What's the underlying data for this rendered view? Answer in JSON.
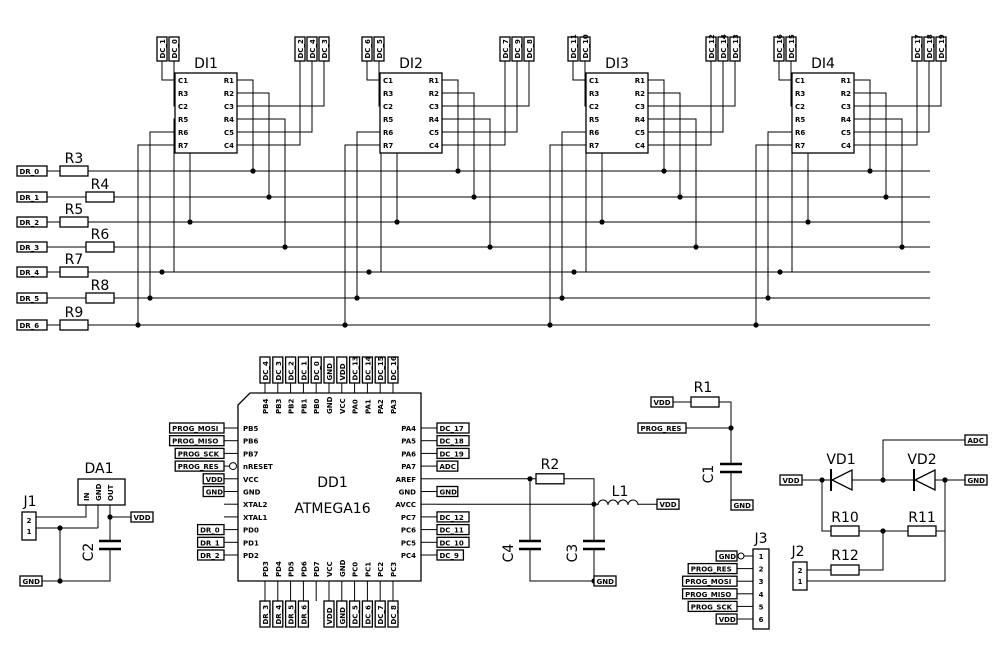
{
  "displays": [
    {
      "name": "DI1",
      "pins_left": [
        "C1",
        "R3",
        "C2",
        "R5",
        "R6",
        "R7"
      ],
      "pins_right": [
        "R1",
        "R2",
        "C3",
        "R4",
        "C5",
        "C4"
      ],
      "conn_left": [
        "DC_1",
        "DC_0"
      ],
      "conn_right": [
        "DC_2",
        "DC_4",
        "DC_3"
      ]
    },
    {
      "name": "DI2",
      "pins_left": [
        "C1",
        "R3",
        "C2",
        "R5",
        "R6",
        "R7"
      ],
      "pins_right": [
        "R1",
        "R2",
        "C3",
        "R4",
        "C5",
        "C4"
      ],
      "conn_left": [
        "DC_6",
        "DC_5"
      ],
      "conn_right": [
        "DC_7",
        "DC_9",
        "DC_8"
      ]
    },
    {
      "name": "DI3",
      "pins_left": [
        "C1",
        "R3",
        "C2",
        "R5",
        "R6",
        "R7"
      ],
      "pins_right": [
        "R1",
        "R2",
        "C3",
        "R4",
        "C5",
        "C4"
      ],
      "conn_left": [
        "DC_11",
        "DC_10"
      ],
      "conn_right": [
        "DC_12",
        "DC_14",
        "DC_13"
      ]
    },
    {
      "name": "DI4",
      "pins_left": [
        "C1",
        "R3",
        "C2",
        "R5",
        "R6",
        "R7"
      ],
      "pins_right": [
        "R1",
        "R2",
        "C3",
        "R4",
        "C5",
        "C4"
      ],
      "conn_left": [
        "DC_16",
        "DC_15"
      ],
      "conn_right": [
        "DC_17",
        "DC_18",
        "DC_19"
      ]
    }
  ],
  "row_drive": {
    "ports": [
      "DR_0",
      "DR_1",
      "DR_2",
      "DR_3",
      "DR_4",
      "DR_5",
      "DR_6"
    ],
    "resistors": [
      "R3",
      "R4",
      "R5",
      "R6",
      "R7",
      "R8",
      "R9"
    ]
  },
  "mcu": {
    "ref": "DD1",
    "part": "ATMEGA16",
    "left_pins": [
      "PB5",
      "PB6",
      "PB7",
      "nRESET",
      "VCC",
      "GND",
      "XTAL2",
      "XTAL1",
      "PD0",
      "PD1",
      "PD2"
    ],
    "left_labels": [
      "PROG_MOSI",
      "PROG_MISO",
      "PROG_SCK",
      "PROG_RES",
      "VDD",
      "GND",
      "",
      "",
      "DR_0",
      "DR_1",
      "DR_2"
    ],
    "top_pins": [
      "PB4",
      "PB3",
      "PB2",
      "PB1",
      "PB0",
      "GND",
      "VCC",
      "PA0",
      "PA1",
      "PA2",
      "PA3"
    ],
    "top_labels": [
      "DC_4",
      "DC_3",
      "DC_2",
      "DC_1",
      "DC_0",
      "GND",
      "VDD",
      "DC_13",
      "DC_14",
      "DC_15",
      "DC_16"
    ],
    "right_pins": [
      "PA4",
      "PA5",
      "PA6",
      "PA7",
      "AREF",
      "GND",
      "AVCC",
      "PC7",
      "PC6",
      "PC5",
      "PC4"
    ],
    "right_labels": [
      "DC_17",
      "DC_18",
      "DC_19",
      "ADC",
      "",
      "GND",
      "",
      "DC_12",
      "DC_11",
      "DC_10",
      "DC_9"
    ],
    "bottom_pins": [
      "PD3",
      "PD4",
      "PD5",
      "PD6",
      "PD7",
      "VCC",
      "GND",
      "PC0",
      "PC1",
      "PC2",
      "PC3"
    ],
    "bottom_labels": [
      "DR_3",
      "DR_4",
      "DR_5",
      "DR_6",
      "",
      "VDD",
      "GND",
      "DC_5",
      "DC_6",
      "DC_7",
      "DC_8"
    ]
  },
  "regulator": {
    "ref": "DA1",
    "pins": [
      "IN",
      "GND",
      "OUT"
    ],
    "out_label": "VDD"
  },
  "j1": {
    "ref": "J1",
    "pins": [
      "2",
      "1"
    ],
    "gnd_label": "GND"
  },
  "c2": {
    "ref": "C2"
  },
  "filter": {
    "r2": "R2",
    "l1": "L1",
    "c3": "C3",
    "c4": "C4",
    "vdd": "VDD",
    "gnd": "GND"
  },
  "reset": {
    "r1": "R1",
    "c1": "C1",
    "vdd": "VDD",
    "net": "PROG_RES",
    "gnd": "GND"
  },
  "j3": {
    "ref": "J3",
    "labels": [
      "GND",
      "PROG_RES",
      "PROG_MOSI",
      "PROG_MISO",
      "PROG_SCK",
      "VDD"
    ],
    "pins": [
      "1",
      "2",
      "3",
      "4",
      "5",
      "6"
    ]
  },
  "sensor": {
    "vd1": "VD1",
    "vd2": "VD2",
    "r10": "R10",
    "r11": "R11",
    "r12": "R12",
    "j2": "J2",
    "j2_pins": [
      "2",
      "1"
    ],
    "vdd": "VDD",
    "gnd": "GND",
    "adc": "ADC"
  }
}
